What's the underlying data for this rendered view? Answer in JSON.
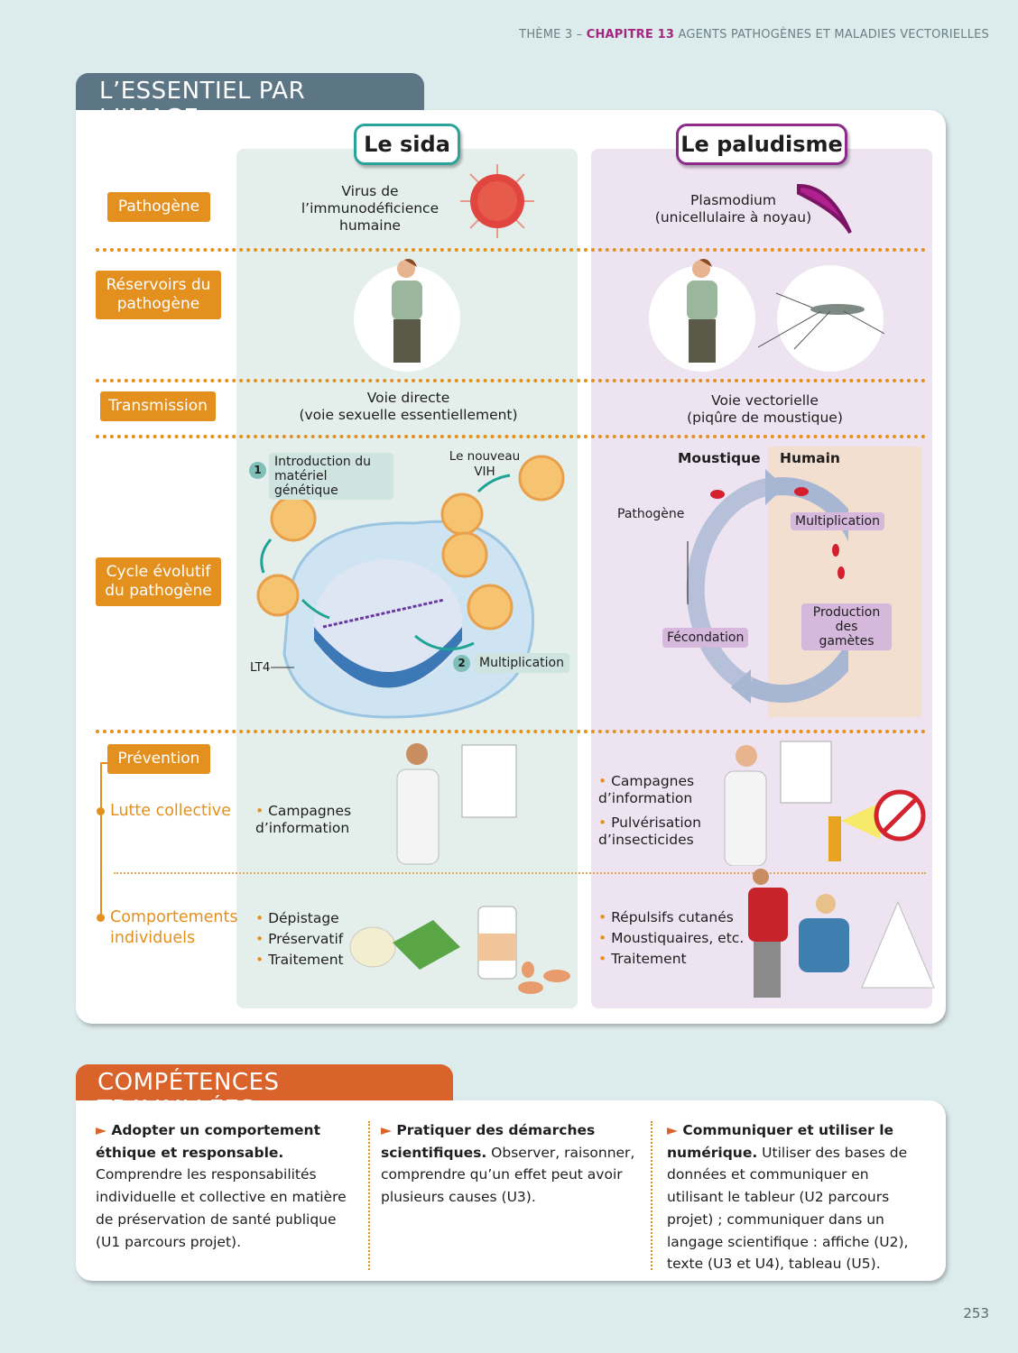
{
  "header": {
    "theme": "THÈME 3 –",
    "chapter": "CHAPITRE 13",
    "chapter_title": "AGENTS PATHOGÈNES ET MALADIES VECTORIELLES"
  },
  "essentiel": {
    "tab_title": "L’ESSENTIEL PAR L’IMAGE",
    "row_labels": {
      "pathogene": "Pathogène",
      "reservoirs": "Réservoirs du pathogène",
      "transmission": "Transmission",
      "cycle": "Cycle évolutif du pathogène",
      "prevention": "Prévention",
      "lutte": "Lutte collective",
      "comportements": "Comportements individuels"
    },
    "sida": {
      "title": "Le sida",
      "pathogene": "Virus de l’immunodéficience humaine",
      "transmission_1": "Voie directe",
      "transmission_2": "(voie sexuelle essentiellement)",
      "cycle": {
        "step1_num": "1",
        "step1": "Introduction du matériel génétique",
        "new_virus": "Le nouveau VIH",
        "step2_num": "2",
        "step2": "Multiplication",
        "cell": "LT4"
      },
      "lutte": [
        "Campagnes d’information"
      ],
      "individuel": [
        "Dépistage",
        "Préservatif",
        "Traitement"
      ]
    },
    "palu": {
      "title": "Le paludisme",
      "pathogene_1": "Plasmodium",
      "pathogene_2": "(unicellulaire à noyau)",
      "transmission_1": "Voie vectorielle",
      "transmission_2": "(piqûre de moustique)",
      "cycle": {
        "mosquito": "Moustique",
        "human": "Humain",
        "pathogen": "Pathogène",
        "multiplication": "Multiplication",
        "fecondation": "Fécondation",
        "gametes": "Production des gamètes"
      },
      "lutte": [
        "Campagnes d’information",
        "Pulvérisation d’insecticides"
      ],
      "individuel": [
        "Répulsifs cutanés",
        "Moustiquaires, etc.",
        "Traitement"
      ]
    }
  },
  "competences": {
    "tab_title": "COMPÉTENCES TRAVAILLÉES",
    "items": [
      {
        "bold": "Adopter un comportement éthique et responsable.",
        "text": " Comprendre les responsabilités individuelle et collective en matière de préservation de santé publique (U1 parcours projet)."
      },
      {
        "bold": "Pratiquer des démarches scientifiques.",
        "text": " Observer, raisonner, comprendre qu’un effet peut avoir plusieurs causes (U3)."
      },
      {
        "bold": "Communiquer et utiliser le numérique.",
        "text": " Utiliser des bases de données et communiquer en utilisant le tableur (U2 parcours projet) ; communiquer dans un langage scientifique : affiche (U2), texte (U3 et U4), tableau (U5)."
      }
    ]
  },
  "page_number": "253",
  "colors": {
    "orange": "#e3901f",
    "teal": "#2aa39a",
    "purple": "#8d2a8c",
    "slate": "#5d7686",
    "comp_orange": "#d9632b"
  }
}
